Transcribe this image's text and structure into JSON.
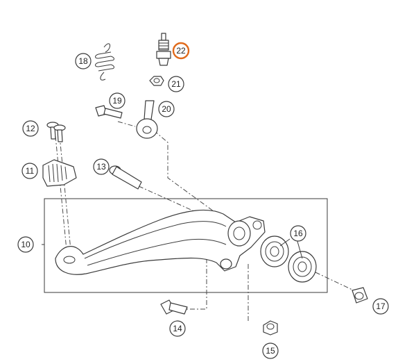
{
  "callouts": [
    {
      "id": "18",
      "label": "18",
      "highlight": false
    },
    {
      "id": "22",
      "label": "22",
      "highlight": true
    },
    {
      "id": "21",
      "label": "21",
      "highlight": false
    },
    {
      "id": "19",
      "label": "19",
      "highlight": false
    },
    {
      "id": "20",
      "label": "20",
      "highlight": false
    },
    {
      "id": "12",
      "label": "12",
      "highlight": false
    },
    {
      "id": "11",
      "label": "11",
      "highlight": false
    },
    {
      "id": "13",
      "label": "13",
      "highlight": false
    },
    {
      "id": "10",
      "label": "10",
      "highlight": false
    },
    {
      "id": "16",
      "label": "16",
      "highlight": false
    },
    {
      "id": "17",
      "label": "17",
      "highlight": false
    },
    {
      "id": "14",
      "label": "14",
      "highlight": false
    },
    {
      "id": "15",
      "label": "15",
      "highlight": false
    }
  ],
  "colors": {
    "line": "#3a3a3a",
    "highlight": "#e06a1b",
    "background": "#ffffff"
  }
}
